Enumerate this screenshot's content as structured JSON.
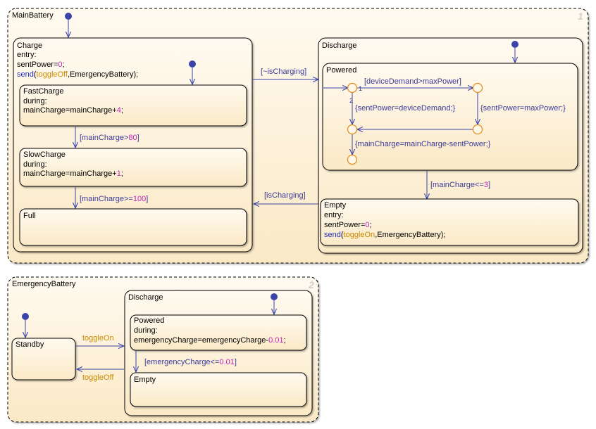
{
  "main_battery": {
    "name": "MainBattery",
    "index": "1",
    "charge": {
      "name": "Charge",
      "entry_kw": "entry:",
      "sent_power_lhs": "sentPower=",
      "sent_power_val": "0",
      "semi": ";",
      "send_fn": "send",
      "send_open": "(",
      "send_event": "toggleOff",
      "send_rest": ",EmergencyBattery);"
    },
    "fast_charge": {
      "name": "FastCharge",
      "during_kw": "during:",
      "action_lhs": "mainCharge=mainCharge+",
      "action_val": "4",
      "semi": ";"
    },
    "slow_charge": {
      "name": "SlowCharge",
      "during_kw": "during:",
      "action_lhs": "mainCharge=mainCharge+",
      "action_val": "1",
      "semi": ";"
    },
    "full": {
      "name": "Full"
    },
    "discharge": {
      "name": "Discharge"
    },
    "powered": {
      "name": "Powered",
      "cond_demand": "[deviceDemand>maxPower]",
      "act_device_demand": "{sentPower=deviceDemand;}",
      "act_max_power": "{sentPower=maxPower;}",
      "act_main_charge": "{mainCharge=mainCharge-sentPower;}",
      "junction_order_1": "1",
      "junction_order_2": "2"
    },
    "empty": {
      "name": "Empty",
      "entry_kw": "entry:",
      "sent_power_lhs": "sentPower=",
      "sent_power_val": "0",
      "semi": ";",
      "send_fn": "send",
      "send_open": "(",
      "send_event": "toggleOn",
      "send_rest": ",EmergencyBattery);"
    },
    "transitions": {
      "not_charging": "[~isCharging]",
      "is_charging": "[isCharging]",
      "fast_to_slow_lhs": "[mainCharge>",
      "fast_to_slow_val": "80",
      "fast_to_slow_end": "]",
      "slow_to_full_lhs": "[mainCharge>=",
      "slow_to_full_val": "100",
      "slow_to_full_end": "]",
      "powered_to_empty_lhs": "[mainCharge<=",
      "powered_to_empty_val": "3",
      "powered_to_empty_end": "]"
    }
  },
  "emergency_battery": {
    "name": "EmergencyBattery",
    "index": "2",
    "standby": {
      "name": "Standby"
    },
    "discharge": {
      "name": "Discharge"
    },
    "powered": {
      "name": "Powered",
      "during_kw": "during:",
      "action_lhs": "emergencyCharge=emergencyCharge-",
      "action_val": "0.01",
      "semi": ";"
    },
    "empty": {
      "name": "Empty"
    },
    "transitions": {
      "toggle_on": "toggleOn",
      "toggle_off": "toggleOff",
      "powered_to_empty_lhs": "[emergencyCharge<=",
      "powered_to_empty_val": "0.01",
      "powered_to_empty_end": "]"
    }
  },
  "colors": {
    "state_fill": "#fdf0d8",
    "state_stroke": "#000000",
    "transition": "#3b44a8",
    "junction": "#e08a1a",
    "keyword": "#1f2fbf",
    "number": "#c024c0",
    "event": "#c88a00"
  }
}
